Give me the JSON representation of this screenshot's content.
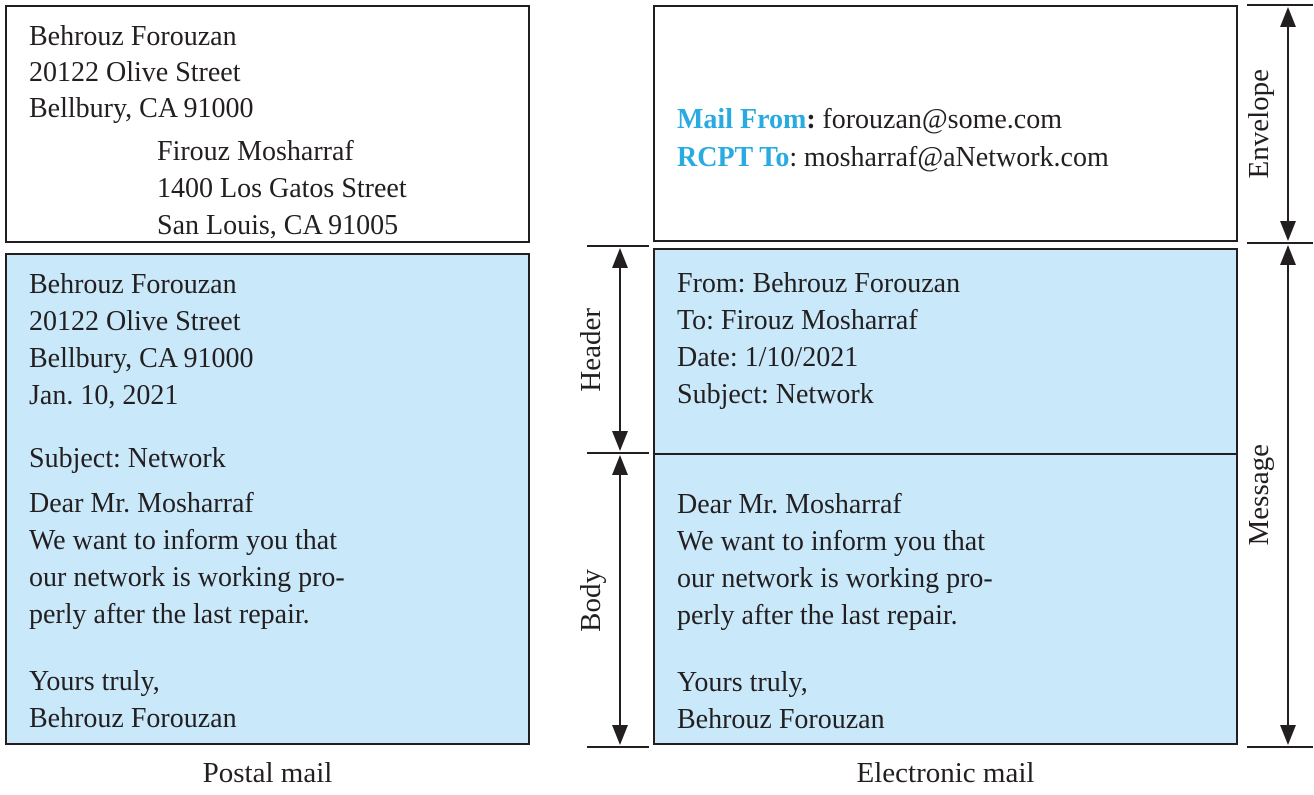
{
  "figure": {
    "postal": {
      "caption": "Postal mail",
      "envelope": {
        "sender_lines": [
          "Behrouz Forouzan",
          "20122 Olive Street",
          "Bellbury, CA 91000"
        ],
        "recipient_lines": [
          "Firouz Mosharraf",
          "1400 Los Gatos Street",
          "San Louis, CA 91005"
        ]
      },
      "letter": {
        "header_lines": [
          "Behrouz Forouzan",
          "20122 Olive Street",
          "Bellbury, CA 91000",
          "Jan. 10, 2021"
        ],
        "subject_line": "Subject: Network",
        "body_lines": [
          "Dear Mr. Mosharraf",
          "We want to inform you that",
          "our network is working pro-",
          "perly after the last repair."
        ],
        "closing_lines": [
          "Yours truly,",
          "Behrouz Forouzan"
        ]
      }
    },
    "email": {
      "caption": "Electronic mail",
      "envelope": {
        "mail_from_label": "Mail From",
        "mail_from_colon": ":",
        "mail_from_value": "forouzan@some.com",
        "rcpt_to_label": "RCPT To",
        "rcpt_to_colon": ":",
        "rcpt_to_value": "mosharraf@aNetwork.com"
      },
      "header_lines": [
        "From: Behrouz Forouzan",
        "To: Firouz Mosharraf",
        "Date: 1/10/2021",
        "Subject: Network"
      ],
      "body_lines": [
        "Dear Mr. Mosharraf",
        "We want to inform you that",
        "our network is working pro-",
        "perly after the last repair."
      ],
      "closing_lines": [
        "Yours truly,",
        "Behrouz Forouzan"
      ]
    },
    "labels": {
      "envelope": "Envelope",
      "header": "Header",
      "body": "Body",
      "message": "Message"
    },
    "colors": {
      "panel_blue": "#C9E8FA",
      "keyword_cyan": "#29ABE2",
      "ink": "#231F20"
    }
  }
}
